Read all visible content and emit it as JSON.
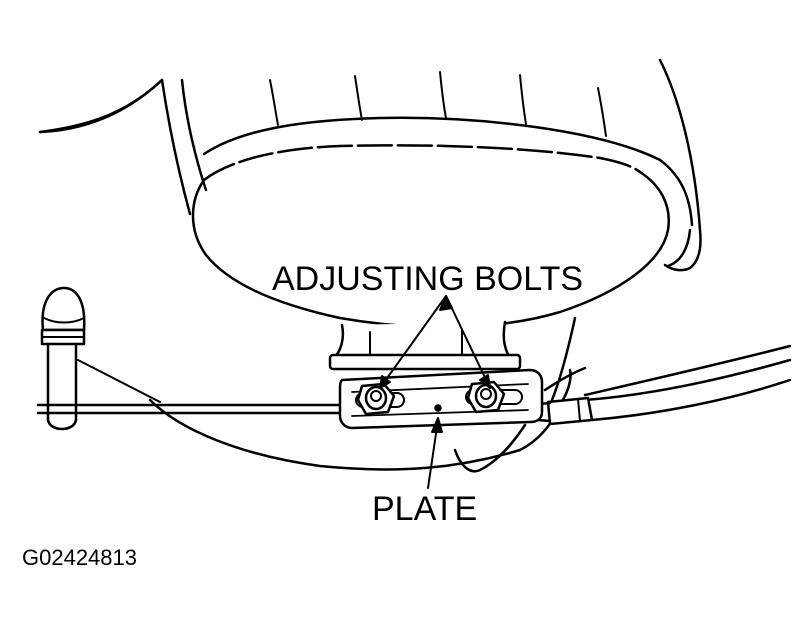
{
  "labels": {
    "adjusting_bolts": "ADJUSTING BOLTS",
    "plate": "PLATE",
    "figure_id": "G02424813"
  },
  "colors": {
    "ink": "#000000",
    "paper": "#ffffff"
  }
}
